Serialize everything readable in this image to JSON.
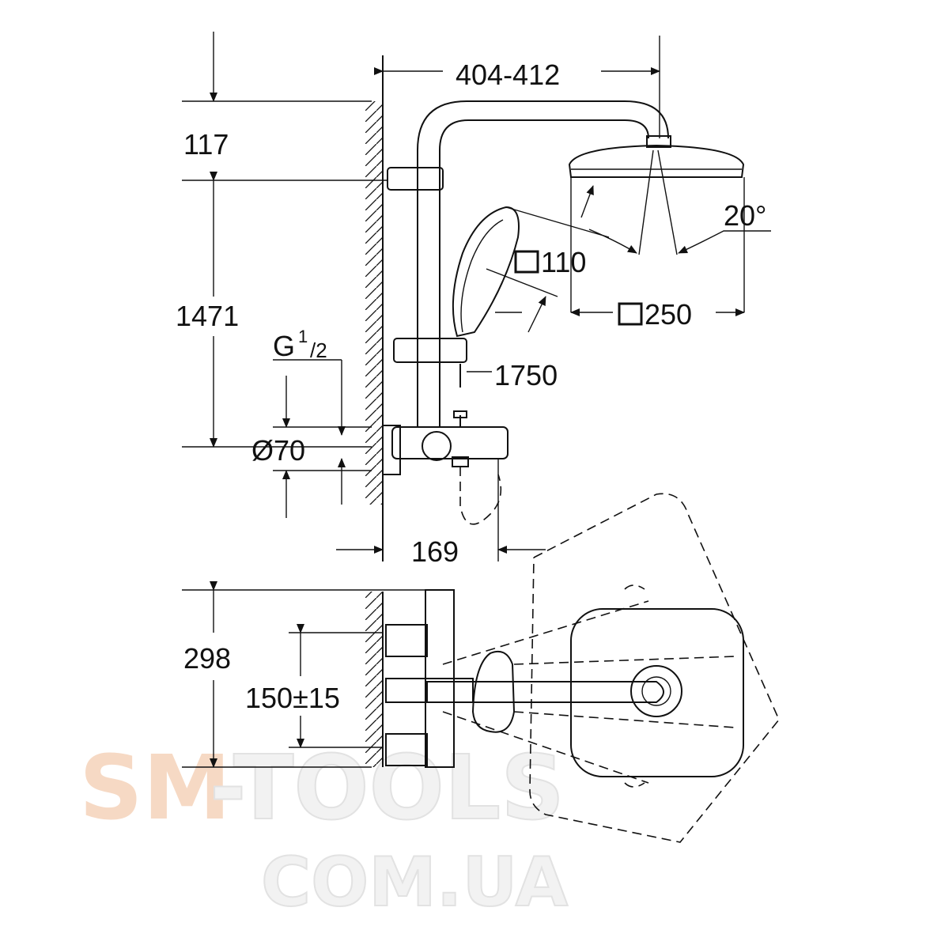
{
  "dimensions": {
    "width_head": "404-412",
    "top_offset": "117",
    "height_outlet": "1471",
    "thread": "G",
    "thread_num": "1",
    "thread_den": "/2",
    "diameter": "Ø70",
    "hand_shower_size": "110",
    "head_shower_size": "250",
    "angle": "20°",
    "hose_length": "1750",
    "projection": "169",
    "depth": "298",
    "centers": "150±15"
  },
  "watermark": {
    "brand_a": "SM",
    "brand_b": "-TOOLS",
    "domain": "COM.UA",
    "colors": {
      "brand_a": "#f6d9c4",
      "brand_b": "#eeeeee",
      "domain": "#eeeeee"
    }
  }
}
